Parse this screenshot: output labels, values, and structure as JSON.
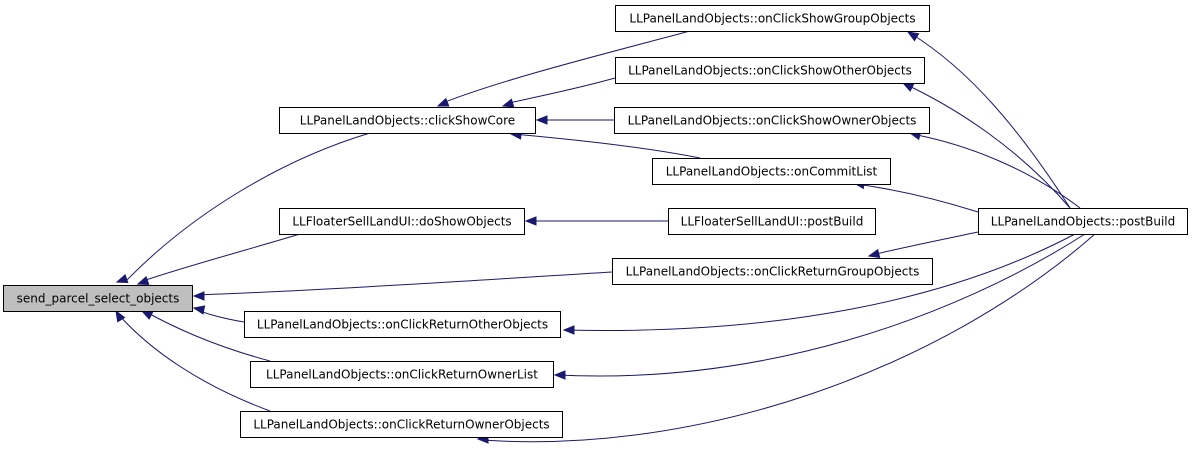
{
  "graph": {
    "nodes": [
      {
        "id": "send",
        "label": "send_parcel_select_objects",
        "root": true
      },
      {
        "id": "clickShowCore",
        "label": "LLPanelLandObjects::clickShowCore"
      },
      {
        "id": "doShow",
        "label": "LLFloaterSellLandUI::doShowObjects"
      },
      {
        "id": "retOther",
        "label": "LLPanelLandObjects::onClickReturnOtherObjects"
      },
      {
        "id": "retOwnerList",
        "label": "LLPanelLandObjects::onClickReturnOwnerList"
      },
      {
        "id": "retOwnerObj",
        "label": "LLPanelLandObjects::onClickReturnOwnerObjects"
      },
      {
        "id": "showGroup",
        "label": "LLPanelLandObjects::onClickShowGroupObjects"
      },
      {
        "id": "showOther",
        "label": "LLPanelLandObjects::onClickShowOtherObjects"
      },
      {
        "id": "showOwner",
        "label": "LLPanelLandObjects::onClickShowOwnerObjects"
      },
      {
        "id": "commit",
        "label": "LLPanelLandObjects::onCommitList"
      },
      {
        "id": "sellPost",
        "label": "LLFloaterSellLandUI::postBuild"
      },
      {
        "id": "retGroup",
        "label": "LLPanelLandObjects::onClickReturnGroupObjects"
      },
      {
        "id": "panelPost",
        "label": "LLPanelLandObjects::postBuild"
      }
    ],
    "edges": [
      {
        "from": "clickShowCore",
        "to": "send"
      },
      {
        "from": "doShow",
        "to": "send"
      },
      {
        "from": "retGroup",
        "to": "send"
      },
      {
        "from": "retOther",
        "to": "send"
      },
      {
        "from": "retOwnerList",
        "to": "send"
      },
      {
        "from": "retOwnerObj",
        "to": "send"
      },
      {
        "from": "showGroup",
        "to": "clickShowCore"
      },
      {
        "from": "showOther",
        "to": "clickShowCore"
      },
      {
        "from": "showOwner",
        "to": "clickShowCore"
      },
      {
        "from": "commit",
        "to": "clickShowCore"
      },
      {
        "from": "sellPost",
        "to": "doShow"
      },
      {
        "from": "panelPost",
        "to": "showGroup"
      },
      {
        "from": "panelPost",
        "to": "showOther"
      },
      {
        "from": "panelPost",
        "to": "showOwner"
      },
      {
        "from": "panelPost",
        "to": "commit"
      },
      {
        "from": "panelPost",
        "to": "retGroup"
      },
      {
        "from": "panelPost",
        "to": "retOther"
      },
      {
        "from": "panelPost",
        "to": "retOwnerList"
      },
      {
        "from": "panelPost",
        "to": "retOwnerObj"
      }
    ]
  }
}
